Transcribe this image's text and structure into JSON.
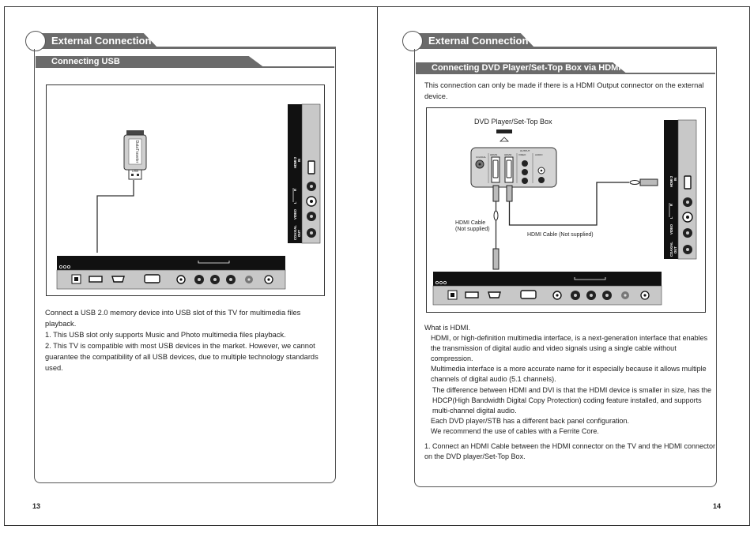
{
  "left_page": {
    "title": "External Connection",
    "subtitle": "Connecting USB",
    "figure": {
      "usb_stick_brand": "DataTraveler",
      "usb_label": "USB",
      "panel_port_labels": [
        "HDMI 2",
        "IN",
        "R",
        "L",
        "VIDEO",
        "COAXIAL",
        "OUT"
      ]
    },
    "paragraphs": [
      "Connect a USB 2.0 memory device into USB slot of this TV for multimedia files playback.",
      "1. This USB slot only supports Music and Photo multimedia files playback.",
      "2. This TV is compatible with most USB devices in the market. However, we cannot guarantee the compatibility of all USB devices, due to multiple technology standards used."
    ],
    "page_number": "13"
  },
  "right_page": {
    "title": "External Connection",
    "subtitle": "Connecting   DVD Player/Set-Top Box  via HDMI",
    "intro": "This connection can only be made if there is a HDMI Output connector on the external device.",
    "figure": {
      "device_label": "DVD Player/Set-Top Box",
      "cable_label_left": "HDMI Cable\n(Not supplied)",
      "cable_label_right": "HDMI Cable (Not supplied)",
      "device_port_labels": [
        "COAXIAL",
        "HDMI1",
        "HDMI2",
        "VIDEO",
        "AUDIO",
        "OUTPUT"
      ],
      "panel_port_labels": [
        "HDMI 2",
        "IN",
        "R",
        "L",
        "VIDEO",
        "COAXIAL",
        "OUT"
      ]
    },
    "what_is_heading": "What is HDMI.",
    "what_is_paragraphs": [
      "HDMI, or high-definition multimedia interface, is a next-generation interface that enables the transmission of digital audio and video signals using a single cable without compression.",
      "Multimedia interface is a more accurate name for it especially because it allows multiple channels of digital audio (5.1 channels).",
      "The difference between HDMI and DVI is that the HDMI device is smaller in size, has the HDCP(High Bandwidth Digital Copy Protection) coding feature installed, and supports multi-channel digital audio.",
      "Each DVD player/STB has a different back panel configuration.",
      "We recommend the use of cables with a Ferrite Core."
    ],
    "step_1": "1. Connect an HDMI Cable between the HDMI connector on the TV and the HDMI connector on the DVD player/Set-Top Box.",
    "page_number": "14"
  }
}
